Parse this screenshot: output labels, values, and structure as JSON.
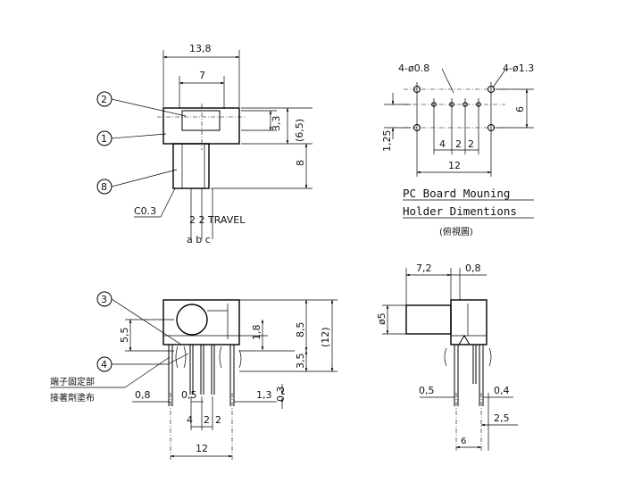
{
  "top_view": {
    "dims": {
      "width_total": "13,8",
      "width_slot": "7",
      "h_knob": "3,3",
      "h_body": "(6,5)",
      "h_actuator": "8",
      "chamfer": "C0.3",
      "travel": "2 2 TRAVEL"
    },
    "callouts": {
      "c2": "2",
      "c1": "1",
      "c8": "8"
    },
    "pin_labels": "a b c"
  },
  "pcb_view": {
    "holes_small": "4-ø0.8",
    "holes_large": "4-ø1.3",
    "dims": {
      "height": "6",
      "offset": "1,25",
      "pitch_4": "4",
      "pitch_2a": "2",
      "pitch_2b": "2",
      "width": "12"
    },
    "title_line1": "PC Board Mouning",
    "title_line2": "Holder Dimentions",
    "subtitle": "(俯視圖)"
  },
  "front_view": {
    "callouts": {
      "c3": "3",
      "c4": "4"
    },
    "note_line1": "端子固定部",
    "note_line2": "接著劑塗布",
    "dims": {
      "h55": "5,5",
      "h18": "1,8",
      "h85": "8,5",
      "h12": "(12)",
      "h35": "3,5",
      "w08": "0,8",
      "w05": "0,5",
      "w13": "1,3",
      "h03": "0,3",
      "p4": "4",
      "p2a": "2",
      "p2b": "2",
      "w12": "12"
    }
  },
  "side_view": {
    "dims": {
      "d72": "7,2",
      "d08": "0,8",
      "dia5": "ø5",
      "d05": "0,5",
      "d04": "0,4",
      "d25": "2,5",
      "d6": "6"
    }
  }
}
